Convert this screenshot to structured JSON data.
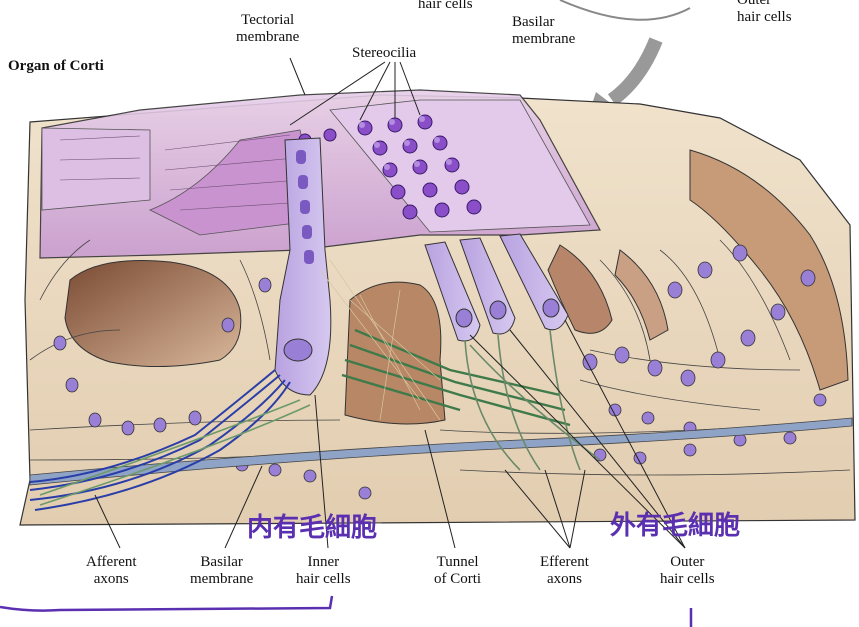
{
  "title": "Organ of Corti",
  "labels": {
    "top_hair_cells": "hair cells",
    "tectorial_membrane": "Tectorial\nmembrane",
    "stereocilia": "Stereocilia",
    "basilar_membrane_top": "Basilar\nmembrane",
    "outer_hair_cells_top": "Outer\nhair cells",
    "afferent_axons": "Afferent\naxons",
    "basilar_membrane": "Basilar\nmembrane",
    "inner_hair_cells": "Inner\nhair cells",
    "tunnel_of_corti": "Tunnel\nof Corti",
    "efferent_axons": "Efferent\naxons",
    "outer_hair_cells": "Outer\nhair cells"
  },
  "japanese": {
    "inner_hair_cells": "内有毛細胞",
    "outer_hair_cells": "外有毛細胞"
  },
  "colors": {
    "annotation_purple": "#5a2fb0",
    "tectorial": "#d9b8e0",
    "cell_nucleus": "#9a7fd6",
    "tissue": "#ecdcc4",
    "tissue_dark": "#a06a48",
    "nerve_blue": "#2a3ea8",
    "efferent_green": "#5c8a5c"
  }
}
